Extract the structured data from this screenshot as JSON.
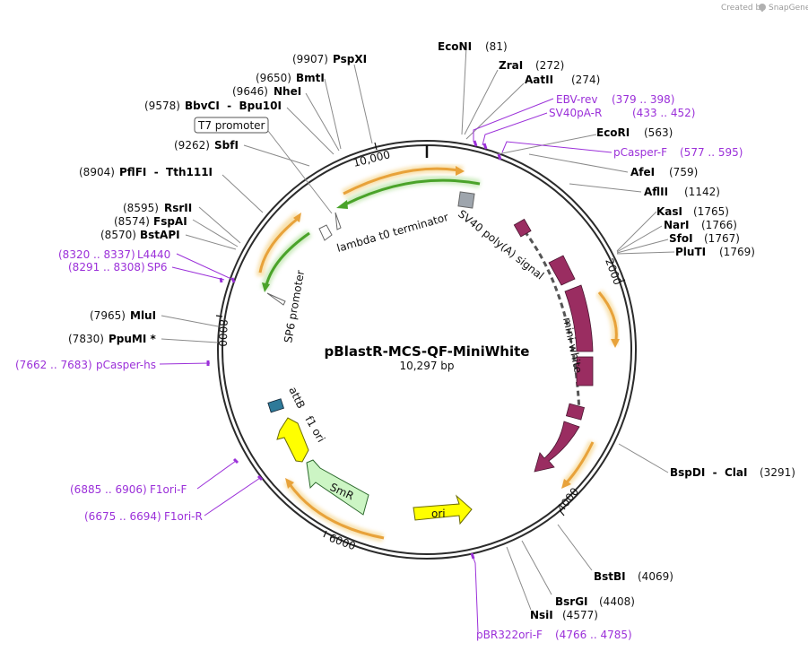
{
  "credit": {
    "text": "Created by",
    "brand": "SnapGene"
  },
  "plasmid": {
    "name": "pBlastR-MCS-QF-MiniWhite",
    "length_label": "10,297 bp"
  },
  "ticks": [
    "10,000",
    "2000",
    "4000",
    "6000",
    "8000"
  ],
  "enzymes": [
    {
      "name": "EcoNI",
      "pos": "(81)"
    },
    {
      "name": "ZraI",
      "pos": "(272)"
    },
    {
      "name": "AatII",
      "pos": "(274)"
    },
    {
      "name": "EcoRI",
      "pos": "(563)"
    },
    {
      "name": "AfeI",
      "pos": "(759)"
    },
    {
      "name": "AflII",
      "pos": "(1142)"
    },
    {
      "name": "KasI",
      "pos": "(1765)"
    },
    {
      "name": "NarI",
      "pos": "(1766)"
    },
    {
      "name": "SfoI",
      "pos": "(1767)"
    },
    {
      "name": "PluTI",
      "pos": "(1769)"
    },
    {
      "name": "BspDI  -  ClaI",
      "pos": "(3291)"
    },
    {
      "name": "BstBI",
      "pos": "(4069)"
    },
    {
      "name": "BsrGI",
      "pos": "(4408)"
    },
    {
      "name": "NsiI",
      "pos": "(4577)"
    },
    {
      "name": "MluI",
      "pos": "(7965)"
    },
    {
      "name": "PpuMI *",
      "pos": "(7830)"
    },
    {
      "name": "BstAPI",
      "pos": "(8570)"
    },
    {
      "name": "FspAI",
      "pos": "(8574)"
    },
    {
      "name": "RsrII",
      "pos": "(8595)"
    },
    {
      "name": "PflFI  -  Tth111I",
      "pos": "(8904)"
    },
    {
      "name": "SbfI",
      "pos": "(9262)"
    },
    {
      "name": "BbvCI  -  Bpu10I",
      "pos": "(9578)"
    },
    {
      "name": "NheI",
      "pos": "(9646)"
    },
    {
      "name": "BmtI",
      "pos": "(9650)"
    },
    {
      "name": "PspXI",
      "pos": "(9907)"
    }
  ],
  "primers": [
    {
      "name": "EBV-rev",
      "range": "(379 .. 398)"
    },
    {
      "name": "SV40pA-R",
      "range": "(433 .. 452)"
    },
    {
      "name": "pCasper-F",
      "range": "(577 .. 595)"
    },
    {
      "name": "pBR322ori-F",
      "range": "(4766 .. 4785)"
    },
    {
      "name": "F1ori-R",
      "range": "(6675 .. 6694)"
    },
    {
      "name": "F1ori-F",
      "range": "(6885 .. 6906)"
    },
    {
      "name": "pCasper-hs",
      "range": "(7662 .. 7683)"
    },
    {
      "name": "SP6",
      "range": "(8291 .. 8308)"
    },
    {
      "name": "L4440",
      "range": "(8320 .. 8337)"
    }
  ],
  "features": {
    "t7_promoter": "T7 promoter",
    "lambda_t0": "lambda t0 terminator",
    "sv40_polya": "SV40 poly(A) signal",
    "mini_white": "mini-white",
    "sp6_promoter": "SP6 promoter",
    "attb": "attB",
    "f1_ori": "f1 ori",
    "smr": "SmR",
    "ori": "ori"
  },
  "colors": {
    "backbone": "#2b2b2b",
    "primer": "#9b30d9",
    "mini_white": "#9a2d61",
    "ori": "#ffff00",
    "smr": "#ccf5c4",
    "attb": "#2e7a99",
    "sv40": "#9ea5ad",
    "orf": "#e8a23a",
    "promoter_green": "#4aa32a"
  }
}
